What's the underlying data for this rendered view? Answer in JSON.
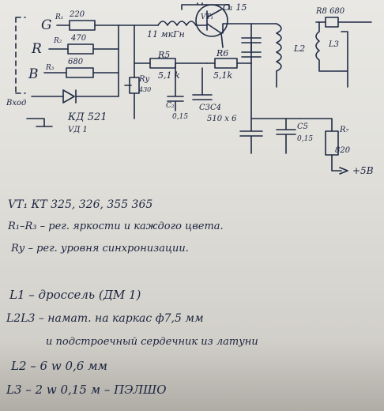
{
  "schematic": {
    "inputs": [
      "G",
      "R",
      "B"
    ],
    "in_label": "Вход",
    "r1": "R₁",
    "r1_val": "220",
    "r2": "R₂",
    "r2_val": "470",
    "r3": "R₃",
    "r3_val": "680",
    "diode": "КД 521",
    "vd": "VД 1",
    "choke": "11 мкГн",
    "c1": "С₁ 15",
    "vt": "VT₁",
    "r5": "R5",
    "r5_val": "5,1 k",
    "r6": "R6",
    "r6_val": "5,1k",
    "rv": "Rу",
    "rv_val": "430",
    "c2": "С₂",
    "c2_val": "0,15",
    "c34": "С3С4",
    "c34_val": "510 х 6",
    "l2": "L2",
    "l3": "L3",
    "r8": "R8 680",
    "c5": "С5",
    "c5_val": "0,15",
    "r7": "R₇",
    "r7_val": "820",
    "plus5": "+5В"
  },
  "notes": [
    "VT₁   КТ 325, 326, 355  365",
    "R₁–R₃ – рег. яркости  и каждого цвета.",
    "Rу – рег. уровня синхронизации.",
    "L1 – дроссель (ДМ 1)",
    "L2L3 – намат. на каркас ф7,5 мм",
    "и подстроечный сердечник из латуни",
    "L2 – 6 w    0,6 мм",
    "L3 – 2 w    0,15 м – ПЭЛШО"
  ]
}
